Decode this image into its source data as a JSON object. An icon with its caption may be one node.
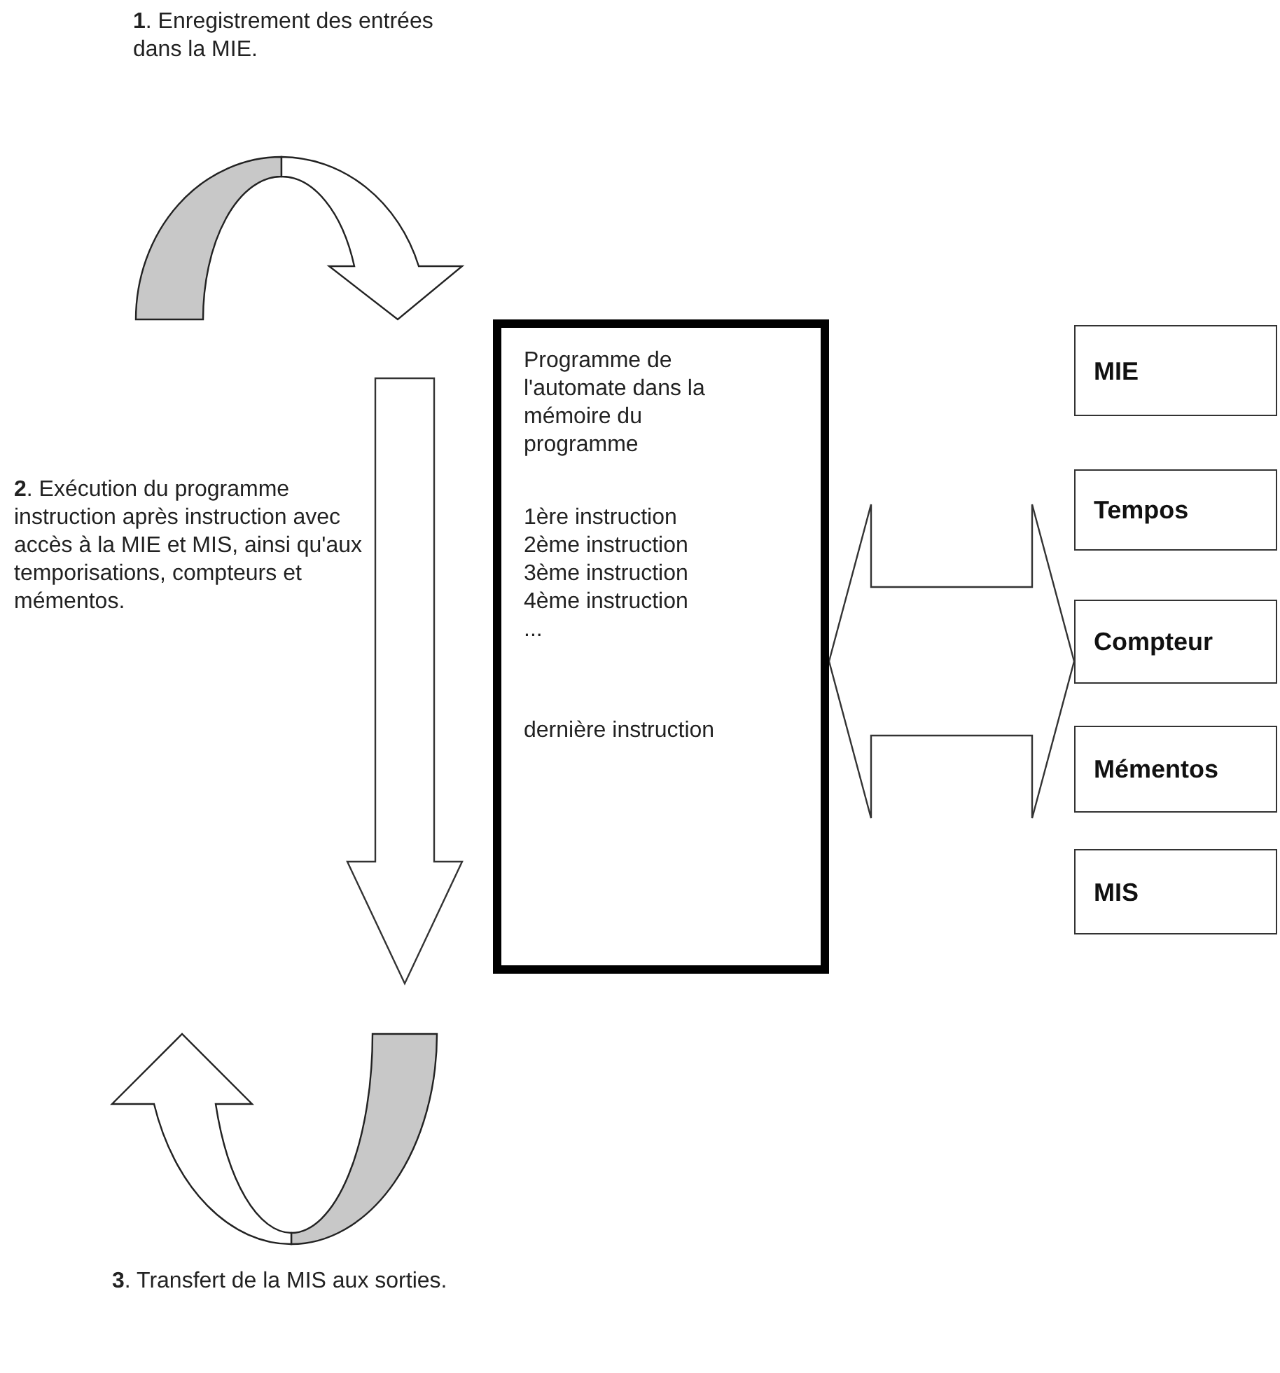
{
  "diagram": {
    "nodes": [
      {
        "text": [
          "Programme de l'automate dans la mémoire du programme",
          "1ère instruction",
          "2ème instruction",
          "3ème instruction",
          "4ème instruction",
          "...",
          "dernière instruction"
        ]
      },
      {
        "text": [
          "MIE"
        ]
      },
      {
        "text": [
          "Tempos"
        ]
      },
      {
        "text": [
          "Compteur"
        ]
      },
      {
        "text": [
          "Mémentos"
        ]
      },
      {
        "text": [
          "MIS"
        ]
      }
    ],
    "edges": [
      {
        "from": 0,
        "to": 3,
        "arrow": "both"
      }
    ],
    "labels": [
      "**1**. Enregistrement des entrées dans la MIE.",
      "**2**. Exécution du programme instruction après instruction avec accès à la MIE et MIS, ainsi qu'aux temporisations, compteurs et mémentos.",
      "**3**. Transfert de la MIS aux sorties."
    ]
  }
}
